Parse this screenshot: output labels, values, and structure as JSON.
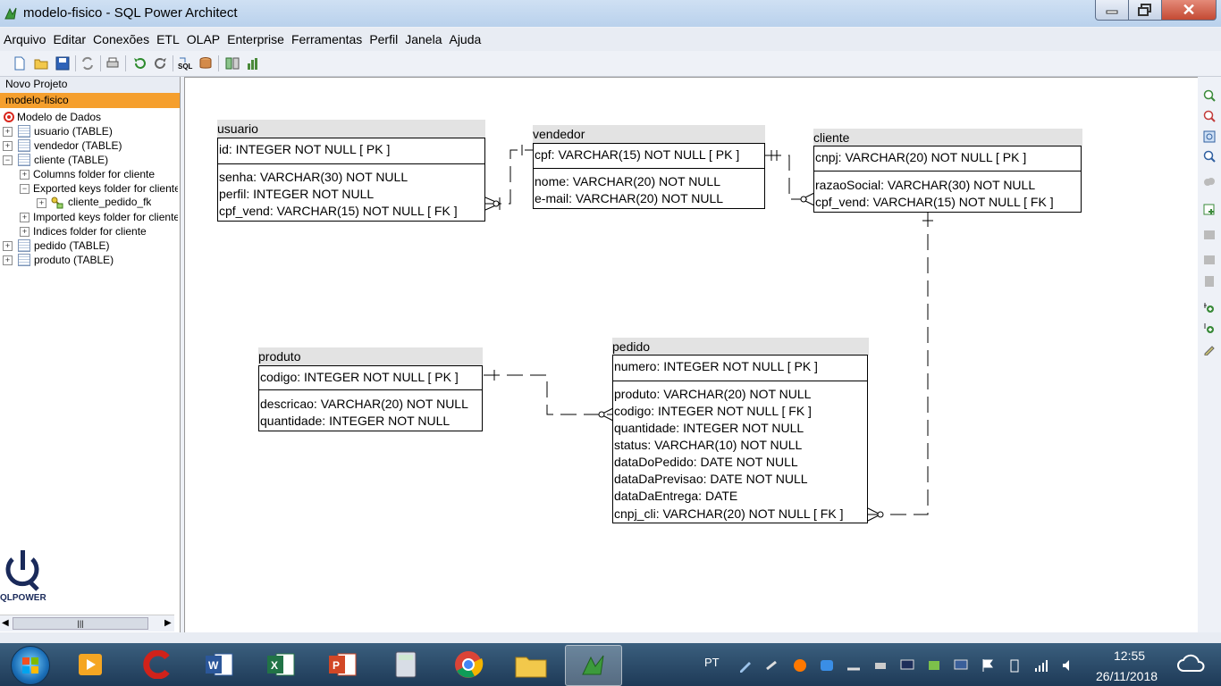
{
  "window": {
    "title": "modelo-fisico - SQL Power Architect"
  },
  "menu": [
    "Arquivo",
    "Editar",
    "Conexões",
    "ETL",
    "OLAP",
    "Enterprise",
    "Ferramentas",
    "Perfil",
    "Janela",
    "Ajuda"
  ],
  "project": {
    "tab": "Novo Projeto",
    "active_tab": "modelo-fisico"
  },
  "tree": {
    "root": "Modelo de Dados",
    "items": [
      "usuario (TABLE)",
      "vendedor (TABLE)",
      "cliente (TABLE)",
      "Columns folder for cliente",
      "Exported keys folder for cliente",
      "cliente_pedido_fk",
      "Imported keys folder for cliente",
      "Indices folder for cliente",
      "pedido (TABLE)",
      "produto (TABLE)"
    ]
  },
  "logo_text": "QLPOWER",
  "tables": {
    "usuario": {
      "name": "usuario",
      "pk": "id: INTEGER   NOT NULL  [ PK ]",
      "cols": [
        "senha: VARCHAR(30)   NOT NULL",
        "perfil: INTEGER   NOT NULL",
        "cpf_vend: VARCHAR(15)   NOT NULL  [ FK ]"
      ]
    },
    "vendedor": {
      "name": "vendedor",
      "pk": "cpf: VARCHAR(15)   NOT NULL  [ PK ]",
      "cols": [
        "nome: VARCHAR(20)   NOT NULL",
        "e-mail: VARCHAR(20)   NOT NULL"
      ]
    },
    "cliente": {
      "name": "cliente",
      "pk": "cnpj: VARCHAR(20)   NOT NULL  [ PK ]",
      "cols": [
        "razaoSocial: VARCHAR(30)   NOT NULL",
        "cpf_vend: VARCHAR(15)   NOT NULL  [ FK ]"
      ]
    },
    "produto": {
      "name": "produto",
      "pk": "codigo: INTEGER   NOT NULL  [ PK ]",
      "cols": [
        "descricao: VARCHAR(20)   NOT NULL",
        "quantidade: INTEGER   NOT NULL"
      ]
    },
    "pedido": {
      "name": "pedido",
      "pk": "numero: INTEGER   NOT NULL  [ PK ]",
      "cols": [
        "produto: VARCHAR(20)   NOT NULL",
        "codigo: INTEGER   NOT NULL  [ FK ]",
        "quantidade: INTEGER   NOT NULL",
        "status: VARCHAR(10)   NOT NULL",
        "dataDoPedido: DATE   NOT NULL",
        "dataDaPrevisao: DATE   NOT NULL",
        "dataDaEntrega: DATE",
        "cnpj_cli: VARCHAR(20)   NOT NULL  [ FK ]"
      ]
    }
  },
  "taskbar": {
    "language": "PT",
    "time": "12:55",
    "date": "26/11/2018"
  },
  "colors": {
    "active_tab": "#f59f2d",
    "titlebar": "#c3d8ef",
    "taskbar": "#2a4a69"
  }
}
